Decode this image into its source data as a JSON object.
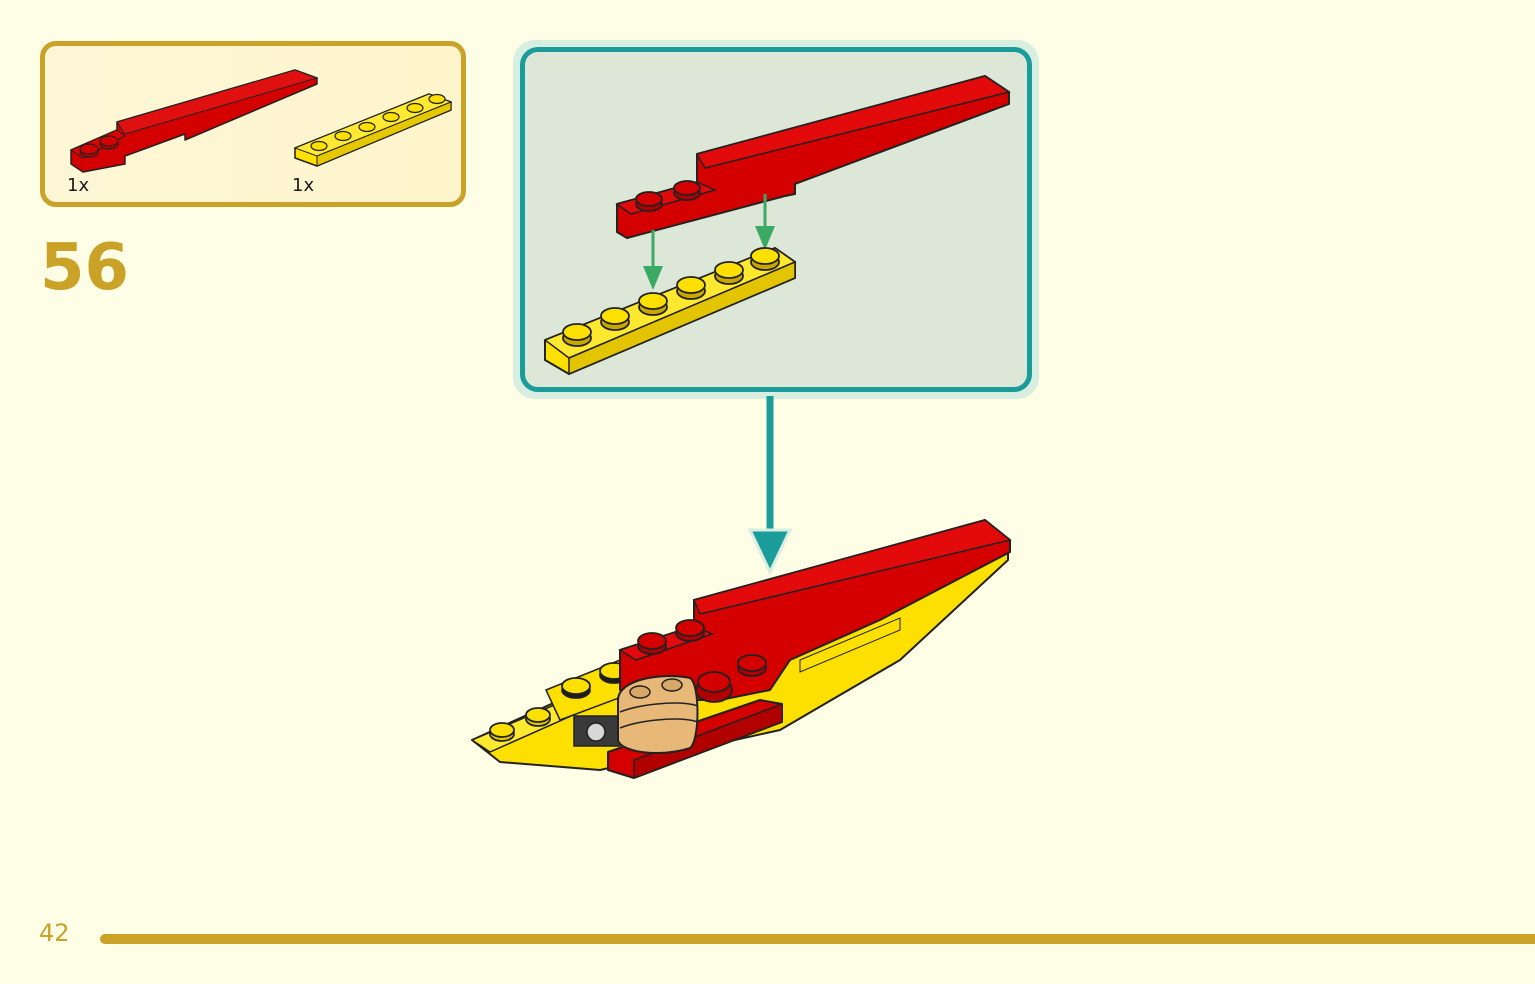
{
  "page": {
    "number": "42"
  },
  "step": {
    "number": "56"
  },
  "parts": [
    {
      "qty": "1x",
      "color": "#d40000",
      "icon": "red-curved-slope-brick-icon"
    },
    {
      "qty": "1x",
      "color": "#fde000",
      "icon": "yellow-1x6-plate-icon"
    }
  ],
  "colors": {
    "accent": "#c9a227",
    "teal_frame": "#1a9c9a",
    "green_arrow": "#3aaa62",
    "red_brick": "#d40000",
    "yellow_brick": "#fde000",
    "tan_brick": "#e8b878",
    "background": "#fefde6"
  }
}
